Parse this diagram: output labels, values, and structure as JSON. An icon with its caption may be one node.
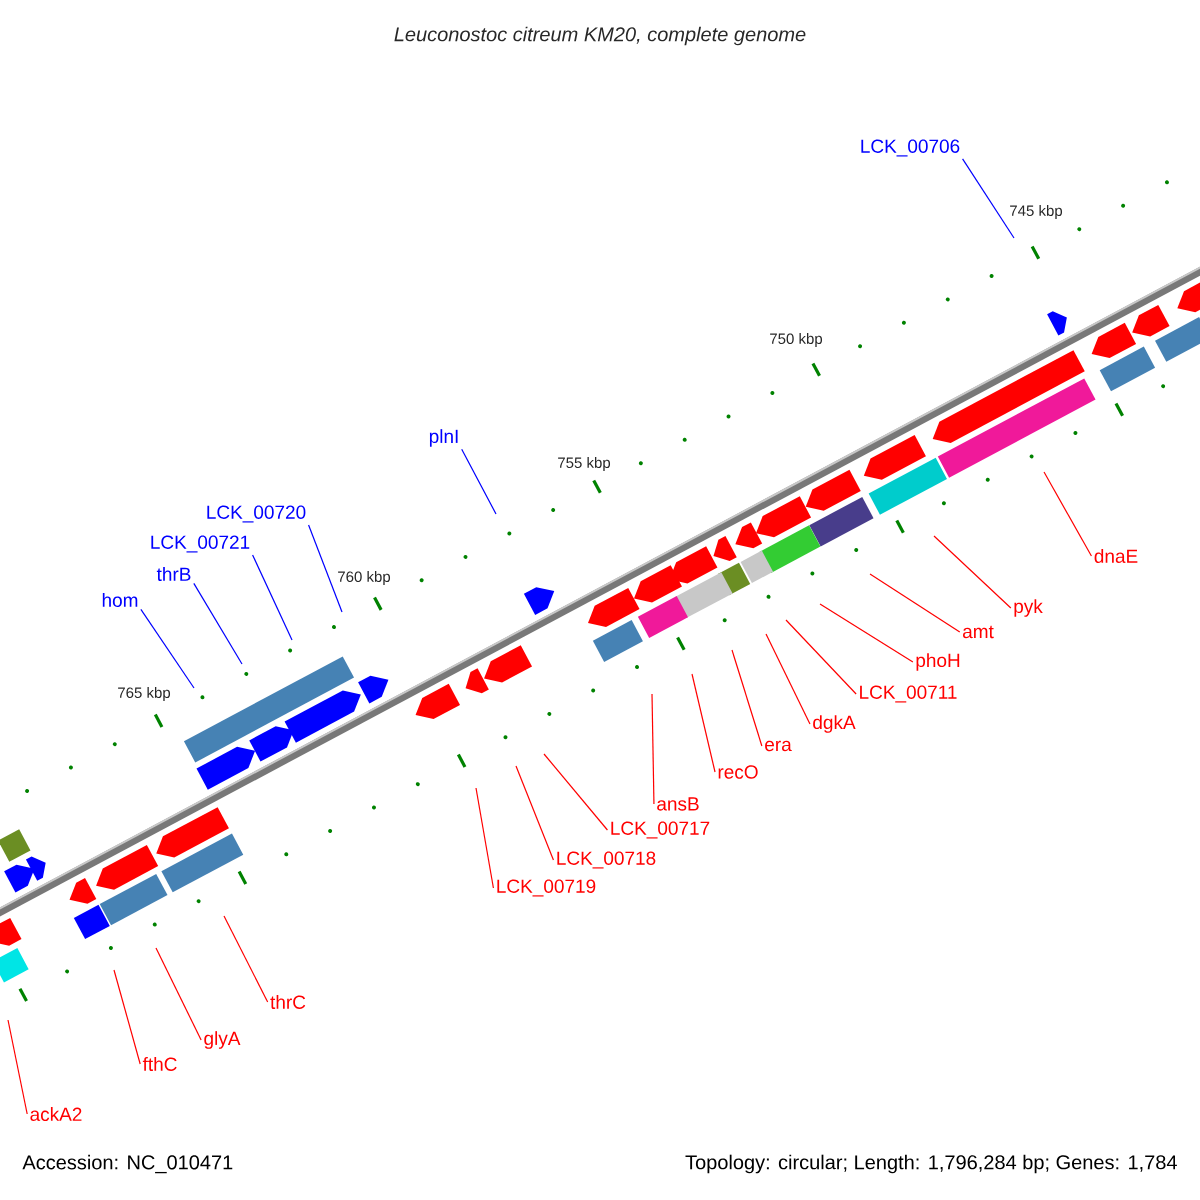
{
  "diagram": {
    "title": "Leuconostoc citreum KM20, complete genome",
    "nodes": [
      {
        "text": [
          "LCK_00706"
        ]
      },
      {
        "text": [
          "plnI"
        ]
      },
      {
        "text": [
          "LCK_00720"
        ]
      },
      {
        "text": [
          "LCK_00721"
        ]
      },
      {
        "text": [
          "thrB"
        ]
      },
      {
        "text": [
          "hom"
        ]
      },
      {
        "text": [
          "dnaE"
        ]
      },
      {
        "text": [
          "pyk"
        ]
      },
      {
        "text": [
          "amt"
        ]
      },
      {
        "text": [
          "phoH"
        ]
      },
      {
        "text": [
          "LCK_00711"
        ]
      },
      {
        "text": [
          "dgkA"
        ]
      },
      {
        "text": [
          "era"
        ]
      },
      {
        "text": [
          "recO"
        ]
      },
      {
        "text": [
          "ansB"
        ]
      },
      {
        "text": [
          "LCK_00717"
        ]
      },
      {
        "text": [
          "LCK_00718"
        ]
      },
      {
        "text": [
          "LCK_00719"
        ]
      },
      {
        "text": [
          "thrC"
        ]
      },
      {
        "text": [
          "glyA"
        ]
      },
      {
        "text": [
          "fthC"
        ]
      },
      {
        "text": [
          "ackA2"
        ]
      }
    ],
    "edges": [
      {
        "from": 0,
        "to": null,
        "arrow": "none",
        "color": "#0000ff"
      },
      {
        "from": 1,
        "to": null,
        "arrow": "none",
        "color": "#0000ff"
      },
      {
        "from": 2,
        "to": null,
        "arrow": "none",
        "color": "#0000ff"
      },
      {
        "from": 3,
        "to": null,
        "arrow": "none",
        "color": "#0000ff"
      },
      {
        "from": 4,
        "to": null,
        "arrow": "none",
        "color": "#0000ff"
      },
      {
        "from": 5,
        "to": null,
        "arrow": "none",
        "color": "#0000ff"
      },
      {
        "from": 6,
        "to": null,
        "arrow": "none"
      },
      {
        "from": 7,
        "to": null,
        "arrow": "none"
      },
      {
        "from": 8,
        "to": null,
        "arrow": "none"
      },
      {
        "from": 9,
        "to": null,
        "arrow": "none"
      },
      {
        "from": 10,
        "to": null,
        "arrow": "none"
      },
      {
        "from": 11,
        "to": null,
        "arrow": "none"
      },
      {
        "from": 12,
        "to": null,
        "arrow": "none"
      },
      {
        "from": 13,
        "to": null,
        "arrow": "none"
      },
      {
        "from": 14,
        "to": null,
        "arrow": "none"
      },
      {
        "from": 15,
        "to": null,
        "arrow": "none"
      },
      {
        "from": 16,
        "to": null,
        "arrow": "none"
      },
      {
        "from": 17,
        "to": null,
        "arrow": "none"
      },
      {
        "from": 18,
        "to": null,
        "arrow": "none"
      },
      {
        "from": 19,
        "to": null,
        "arrow": "none"
      },
      {
        "from": 20,
        "to": null,
        "arrow": "none"
      },
      {
        "from": 21,
        "to": null,
        "arrow": "none"
      }
    ],
    "labels": [
      "745 kbp",
      "750 kbp",
      "755 kbp",
      "760 kbp",
      "765 kbp",
      "Accession: NC_010471",
      "Topology: circular; Length: 1,796,284 bp; Genes: 1,784"
    ]
  }
}
